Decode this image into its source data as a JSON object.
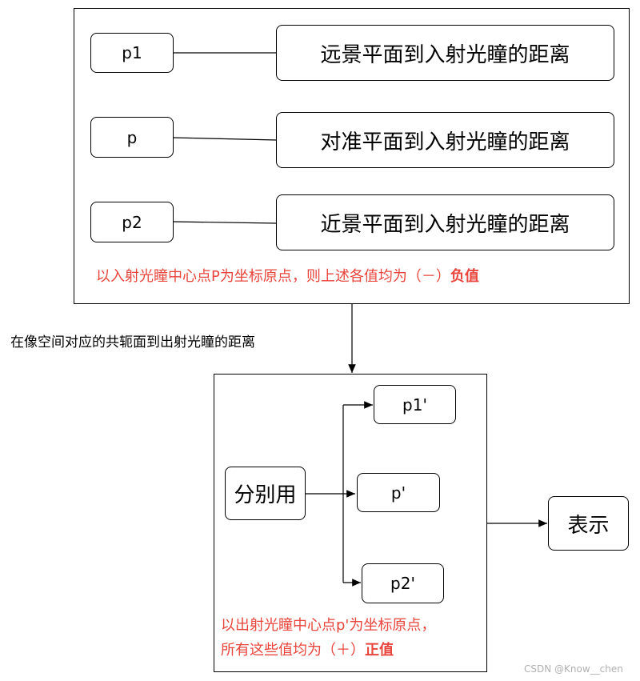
{
  "top_group": {
    "rows": [
      {
        "key": "p1",
        "desc": "远景平面到入射光瞳的距离"
      },
      {
        "key": "p",
        "desc": "对准平面到入射光瞳的距离"
      },
      {
        "key": "p2",
        "desc": "近景平面到入射光瞳的距离"
      }
    ],
    "note_text": "以入射光瞳中心点P为坐标原点，则上述各值均为（－）",
    "note_bold": "负值"
  },
  "link_caption": "在像空间对应的共轭面到出射光瞳的距离",
  "bottom_group": {
    "source": "分别用",
    "targets": [
      "p1'",
      "p'",
      "p2'"
    ],
    "note_line1": "以出射光瞳中心点p'为坐标原点，",
    "note_line2_text": "所有这些值均为（＋）",
    "note_line2_bold": "正值"
  },
  "result": "表示",
  "watermark": "CSDN @Know__chen"
}
